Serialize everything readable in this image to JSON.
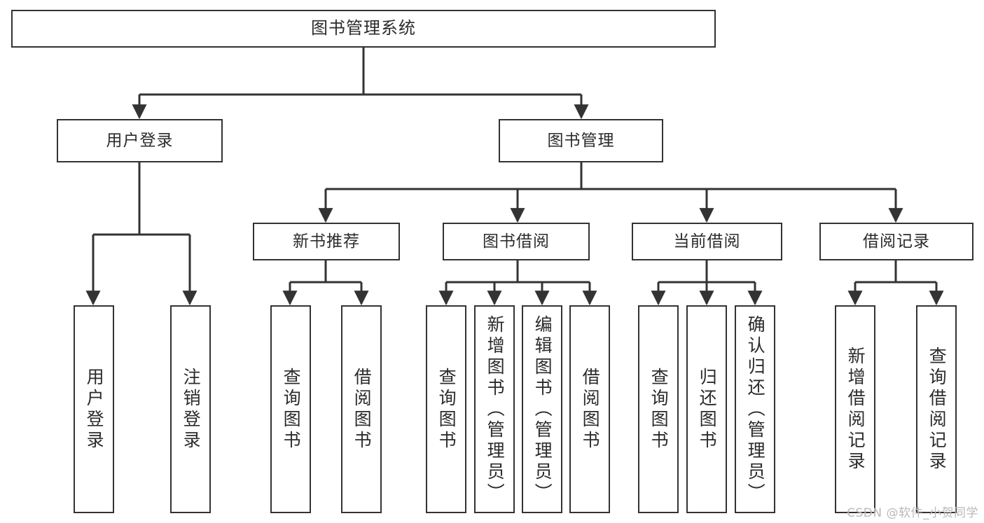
{
  "diagram": {
    "title": "图书管理系统",
    "type": "tree",
    "orientation": "top-down",
    "colors": {
      "box_stroke": "#333333",
      "box_fill": "#ffffff",
      "connector": "#333333",
      "text": "#2b2b2b",
      "watermark": "#b9b9b9"
    },
    "levels": [
      {
        "level": 1,
        "nodes": [
          {
            "id": "root",
            "label": "图书管理系统",
            "text_direction": "horizontal"
          }
        ]
      },
      {
        "level": 2,
        "nodes": [
          {
            "id": "login",
            "label": "用户登录",
            "text_direction": "horizontal",
            "parent": "root"
          },
          {
            "id": "bookmgmt",
            "label": "图书管理",
            "text_direction": "horizontal",
            "parent": "root"
          }
        ]
      },
      {
        "level": 3,
        "nodes": [
          {
            "id": "newbook",
            "label": "新书推荐",
            "text_direction": "horizontal",
            "parent": "bookmgmt"
          },
          {
            "id": "borrow",
            "label": "图书借阅",
            "text_direction": "horizontal",
            "parent": "bookmgmt"
          },
          {
            "id": "current",
            "label": "当前借阅",
            "text_direction": "horizontal",
            "parent": "bookmgmt"
          },
          {
            "id": "records",
            "label": "借阅记录",
            "text_direction": "horizontal",
            "parent": "bookmgmt"
          }
        ]
      },
      {
        "level": 4,
        "nodes": [
          {
            "id": "leaf1",
            "label": "用户登录",
            "text_direction": "vertical",
            "parent": "login"
          },
          {
            "id": "leaf2",
            "label": "注销登录",
            "text_direction": "vertical",
            "parent": "login"
          },
          {
            "id": "leaf3",
            "label": "查询图书",
            "text_direction": "vertical",
            "parent": "newbook"
          },
          {
            "id": "leaf4",
            "label": "借阅图书",
            "text_direction": "vertical",
            "parent": "newbook"
          },
          {
            "id": "leaf5",
            "label": "查询图书",
            "text_direction": "vertical",
            "parent": "borrow"
          },
          {
            "id": "leaf6",
            "label": "新增图书（管理员）",
            "text_direction": "vertical",
            "parent": "borrow"
          },
          {
            "id": "leaf7",
            "label": "编辑图书（管理员）",
            "text_direction": "vertical",
            "parent": "borrow"
          },
          {
            "id": "leaf8",
            "label": "借阅图书",
            "text_direction": "vertical",
            "parent": "borrow"
          },
          {
            "id": "leaf9",
            "label": "查询图书",
            "text_direction": "vertical",
            "parent": "current"
          },
          {
            "id": "leaf10",
            "label": "归还图书",
            "text_direction": "vertical",
            "parent": "current"
          },
          {
            "id": "leaf11",
            "label": "确认归还（管理员）",
            "text_direction": "vertical",
            "parent": "current"
          },
          {
            "id": "leaf12",
            "label": "新增借阅记录",
            "text_direction": "vertical",
            "parent": "records"
          },
          {
            "id": "leaf13",
            "label": "查询借阅记录",
            "text_direction": "vertical",
            "parent": "records"
          }
        ]
      }
    ]
  },
  "watermark": {
    "text": "CSDN @软件_小贺同学"
  }
}
